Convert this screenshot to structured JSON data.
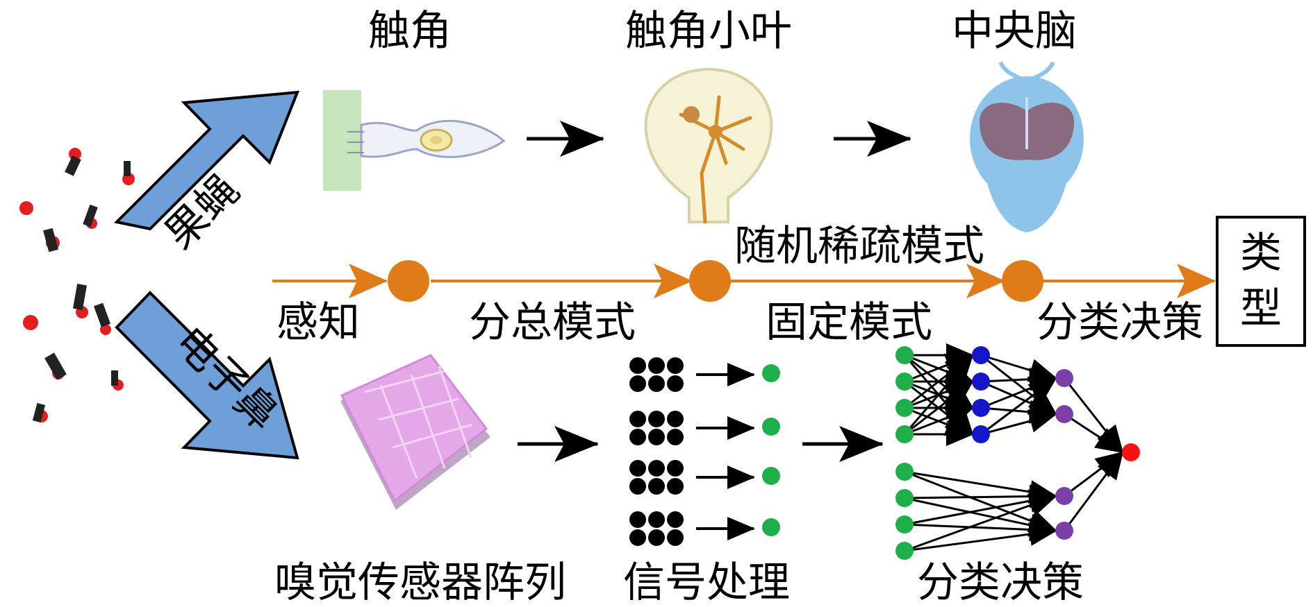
{
  "top_row": {
    "antenna_label": "触角",
    "lobe_label": "触角小叶",
    "brain_label": "中央脑"
  },
  "middle_row": {
    "perception": "感知",
    "aggregate_mode": "分总模式",
    "random_sparse_mode": "随机稀疏模式",
    "fixed_mode": "固定模式",
    "classification_decision": "分类决策",
    "output_type": "类型"
  },
  "bottom_row": {
    "sensor_array": "嗅觉传感器阵列",
    "signal_processing": "信号处理",
    "classification_decision": "分类决策"
  },
  "arrows": {
    "fruit_fly": "果蝇",
    "electronic_nose": "电子鼻"
  },
  "colors": {
    "arrow_blue": "#6f9fd8",
    "timeline_orange": "#e07b1a",
    "node_green": "#1fae4a",
    "node_blue": "#1416c8",
    "node_purple": "#7b3fa8",
    "node_red": "#ff1010",
    "chip_pink": "#e4a8e8",
    "brain_blue": "#8fc4ea",
    "brain_mauve": "#8a6a80",
    "lobe_cream": "#f6f2d6"
  }
}
